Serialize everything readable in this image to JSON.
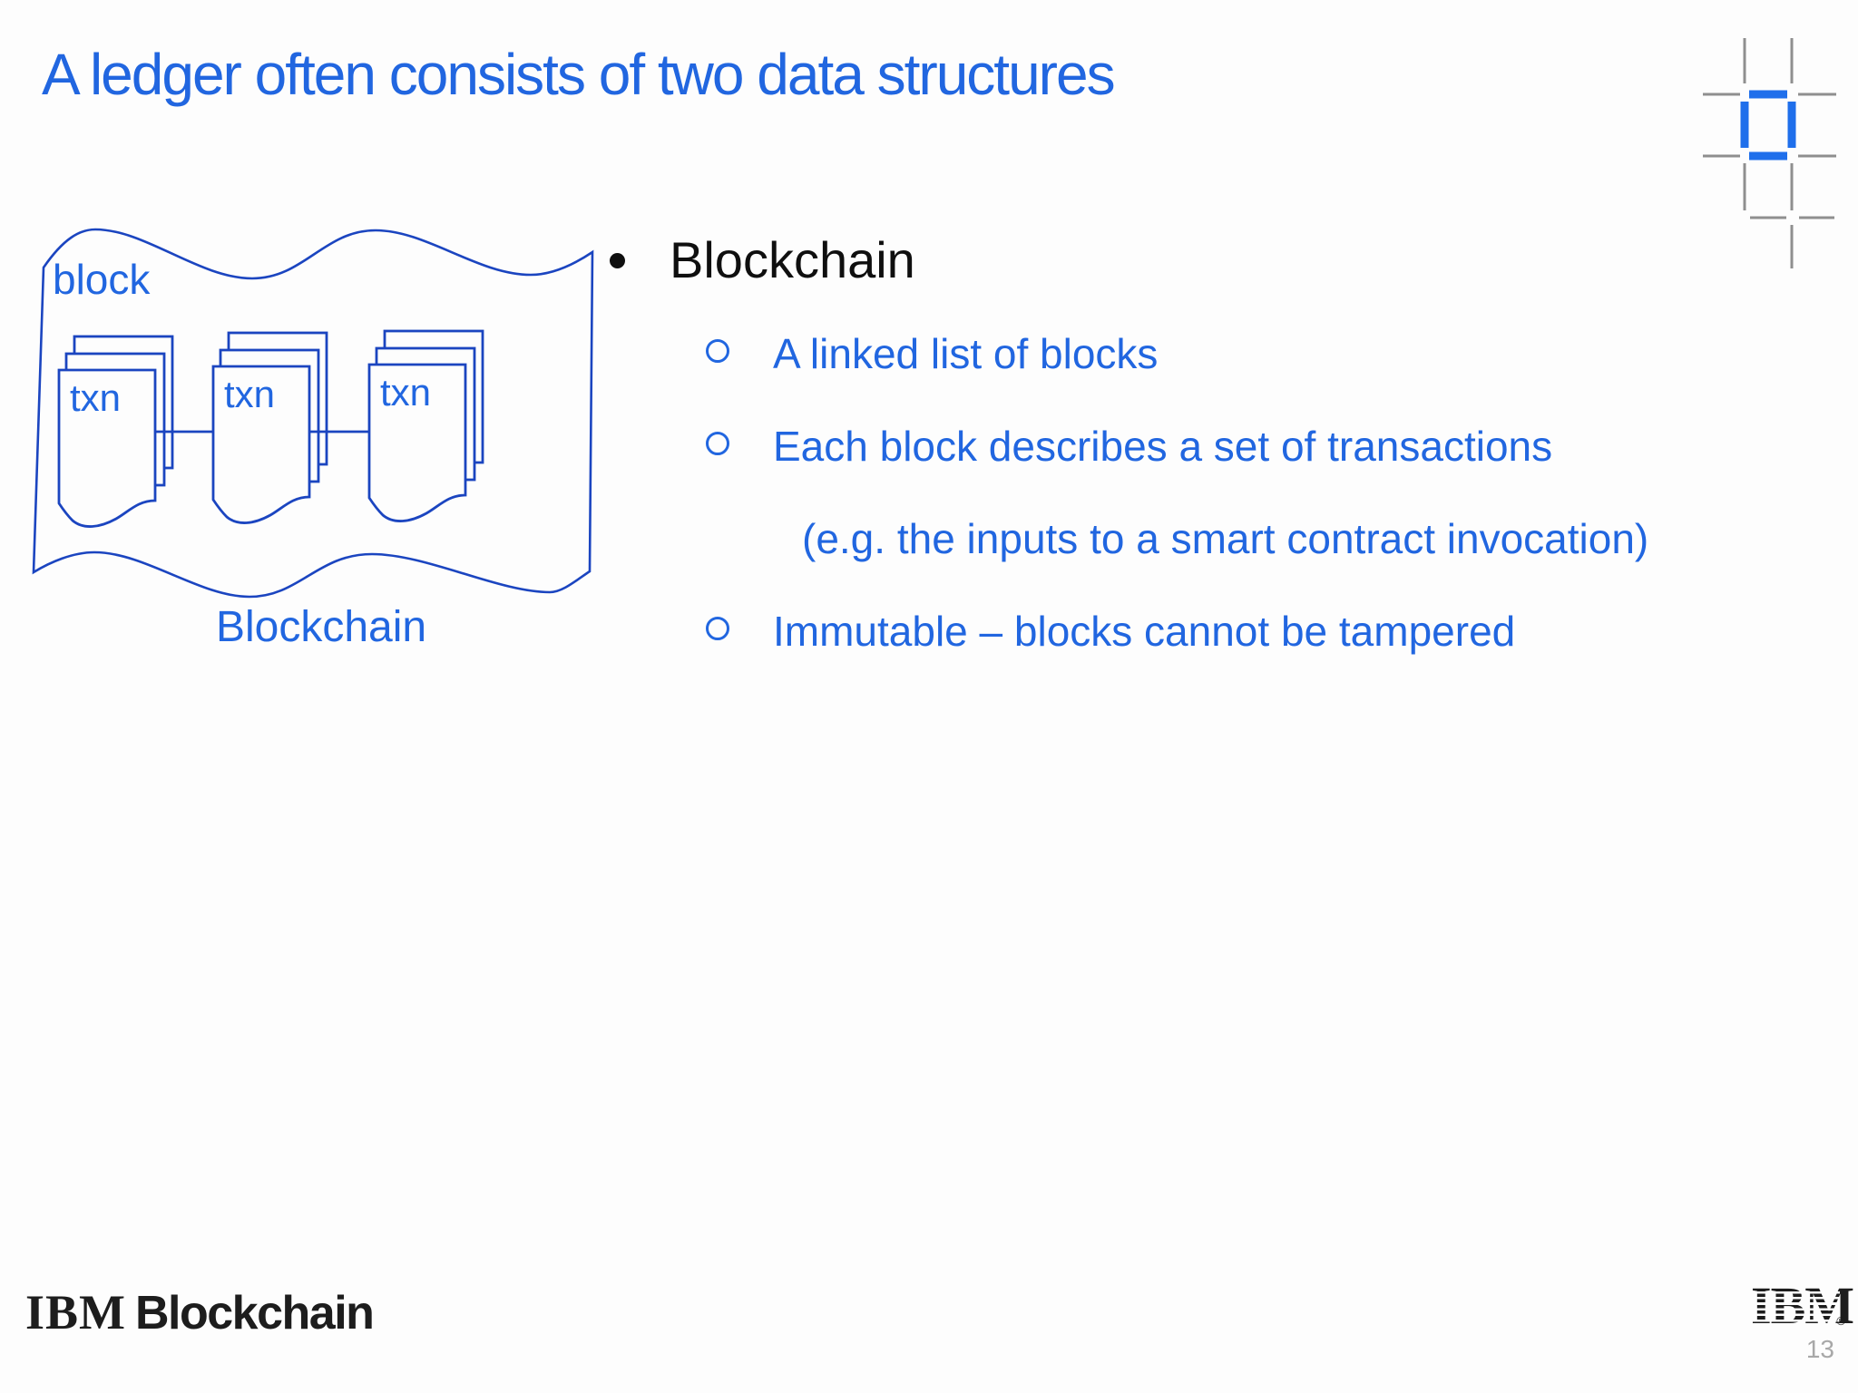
{
  "slide": {
    "title": "A ledger often consists of two data structures",
    "bullet_heading": "Blockchain",
    "sub_bullets": [
      {
        "text": "A linked list of blocks"
      },
      {
        "text": "Each block describes a set of transactions"
      },
      {
        "text": "(e.g. the inputs to a smart contract invocation)"
      },
      {
        "text": "Immutable – blocks cannot be tampered"
      }
    ]
  },
  "diagram": {
    "banner_label": "block",
    "stacks": [
      {
        "label": "txn"
      },
      {
        "label": "txn"
      },
      {
        "label": "txn"
      }
    ],
    "caption": "Blockchain"
  },
  "footer": {
    "brand_ibm": "IBM",
    "brand_product": "Blockchain",
    "ibm_logo_text": "IBM",
    "registered_mark": "®",
    "page_number": "13"
  },
  "icons": {
    "grid_motif": "grid-cell-highlight-icon"
  },
  "colors": {
    "background": "#fdfdfd",
    "text_blue": "#2166e0",
    "diagram_line_blue": "#1b45c0",
    "heading_black": "#0f0f0f",
    "footer_black": "#1d1d1d",
    "icon_blue": "#1f6feb",
    "icon_gray": "#8f8f8f",
    "page_number_gray": "#a8a8a8"
  }
}
